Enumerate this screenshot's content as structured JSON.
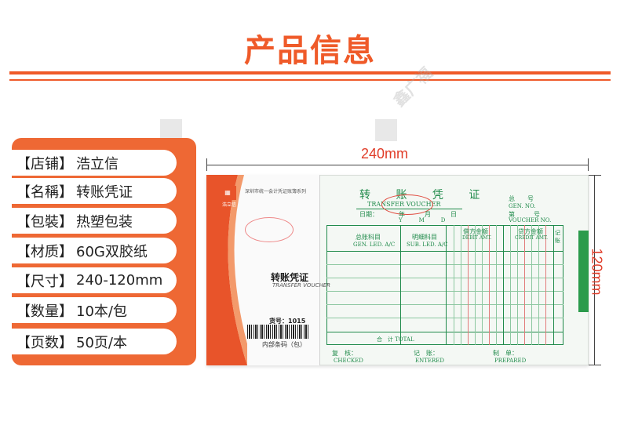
{
  "page": {
    "title": "产品信息"
  },
  "info": [
    {
      "key": "【店铺】",
      "value": "浩立信"
    },
    {
      "key": "【名稱】",
      "value": "转账凭证"
    },
    {
      "key": "【包裝】",
      "value": "热塑包装"
    },
    {
      "key": "【材质】",
      "value": "60G双胶纸"
    },
    {
      "key": "【尺寸】",
      "value": "240-120mm"
    },
    {
      "key": "【数量】",
      "value": "10本/包"
    },
    {
      "key": "【页数】",
      "value": "50页/本"
    }
  ],
  "dimensions": {
    "width_label": "240mm",
    "height_label": "120mm"
  },
  "cover": {
    "logo": "浩立信",
    "series": "深圳市统一会计凭证账簿系列",
    "title": "转账凭证",
    "subtitle": "TRANSFER VOUCHER",
    "item_code": "货号：1015",
    "barcode_label": "内部条码（包）"
  },
  "voucher": {
    "title": "转 账 凭 证",
    "title_en": "TRANSFER VOUCHER",
    "total_no": "总　　号",
    "gen_no": "GEN. NO.",
    "date": "日期：",
    "ymd": "Y　　　M　　　D",
    "year": "年",
    "month": "月",
    "day": "日",
    "voucher_no": "第　　　号",
    "voucher_no_en": "VOUCHER NO.",
    "col_gen_ledger": "总账科目",
    "col_gen_ledger_en": "GEN. LED. A/C",
    "col_sub_ledger": "明细科目",
    "col_sub_ledger_en": "SUB. LED. A/C",
    "col_debit": "借方金额",
    "col_debit_en": "DEBIT AMT.",
    "col_credit": "贷方金额",
    "col_credit_en": "CREDIT AMT.",
    "col_posted": "记账",
    "total": "合　计  TOTAL",
    "checked": "复　核：",
    "checked_en": "CHECKED",
    "entered": "记　账：",
    "entered_en": "ENTERED",
    "prepared": "制　单：",
    "prepared_en": "PREPARED"
  },
  "colors": {
    "accent": "#ef5a29",
    "panel": "#ee6834",
    "voucher_green": "#1f8a4a",
    "dimension_text": "#e03c28"
  },
  "watermark": "鑫广福"
}
